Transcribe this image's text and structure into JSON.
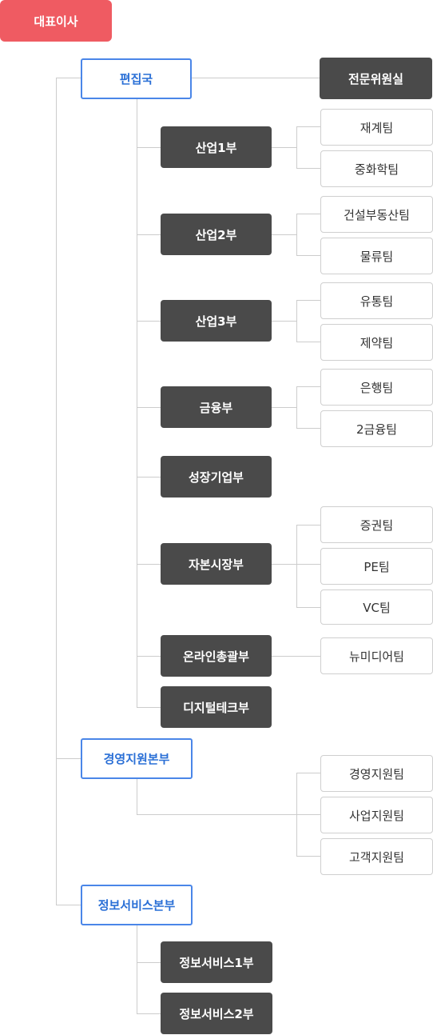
{
  "ceo": "대표이사",
  "divisions": {
    "editorial": "편집국",
    "management": "경영지원본부",
    "info": "정보서비스본부"
  },
  "committee": "전문위원실",
  "departments": {
    "industry1": "산업1부",
    "industry2": "산업2부",
    "industry3": "산업3부",
    "finance": "금융부",
    "growth": "성장기업부",
    "capital": "자본시장부",
    "online": "온라인총괄부",
    "digital": "디지털테크부",
    "info1": "정보서비스1부",
    "info2": "정보서비스2부"
  },
  "teams": {
    "finance_econ": "재계팀",
    "heavy_chem": "중화학팀",
    "construction": "건설부동산팀",
    "logistics": "물류팀",
    "distribution": "유통팀",
    "pharma": "제약팀",
    "bank": "은행팀",
    "finance2": "2금융팀",
    "securities": "증권팀",
    "pe": "PE팀",
    "vc": "VC팀",
    "newmedia": "뉴미디어팀",
    "mgmt_support": "경영지원팀",
    "biz_support": "사업지원팀",
    "customer_support": "고객지원팀"
  }
}
